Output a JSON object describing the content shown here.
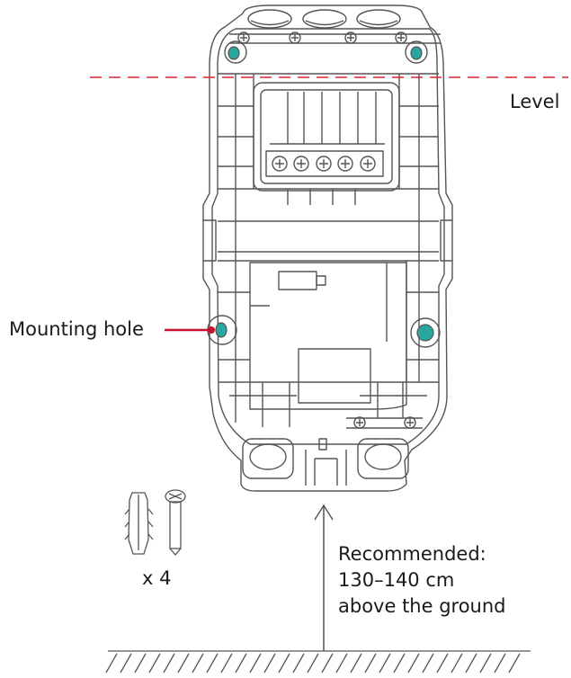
{
  "labels": {
    "level": "Level",
    "mounting_hole": "Mounting hole",
    "quantity": "x 4",
    "recommendation_line1": "Recommended:",
    "recommendation_line2": "130–140 cm",
    "recommendation_line3": "above the ground"
  },
  "colors": {
    "outline": "#555555",
    "level_line": "#d9262a",
    "callout": "#c8102e",
    "mounting_hole_fill": "#2aa6a1",
    "text": "#1a1a1a"
  },
  "icons": {
    "ground": "hatched-ground-line",
    "arrow": "up-arrow",
    "anchor": "wall-plug-anchor",
    "screw": "mounting-screw"
  }
}
